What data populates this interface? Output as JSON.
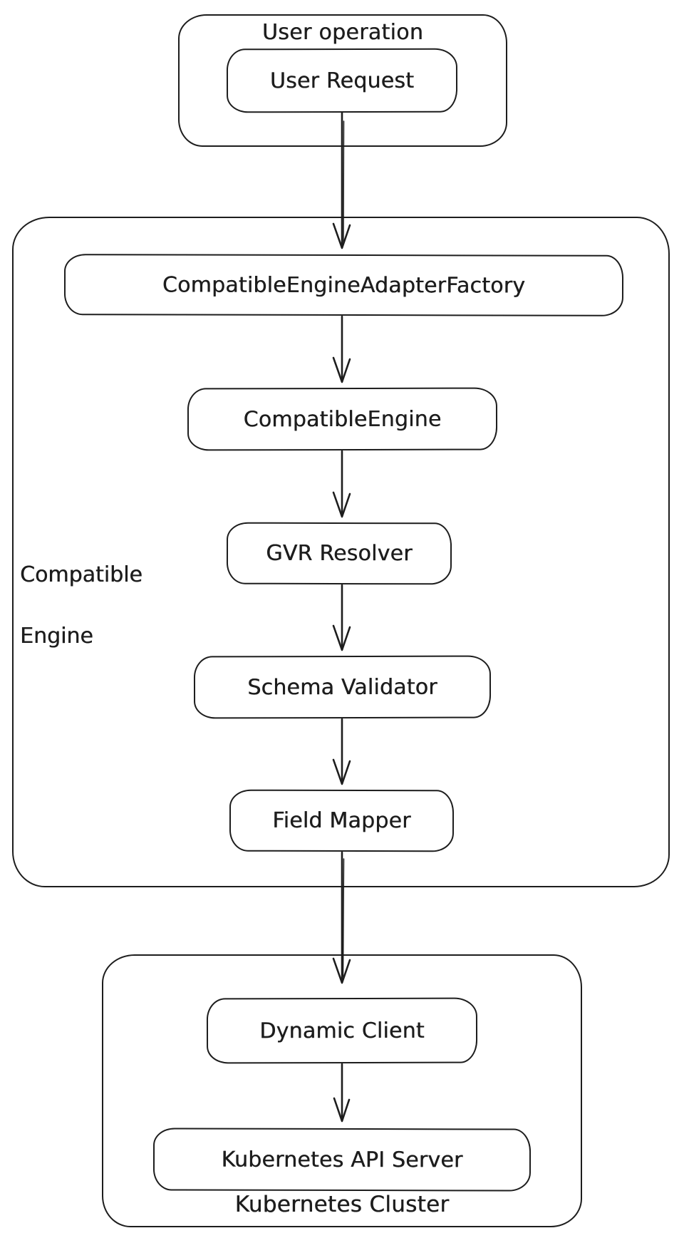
{
  "diagram": {
    "background_color": "#ffffff",
    "stroke_color": "#1d1d1d",
    "style": "hand-drawn flowchart",
    "groups": {
      "user_operation": {
        "label": "User operation"
      },
      "compatible_engine": {
        "label": "Compatible Engine",
        "label_line1": "Compatible",
        "label_line2": "Engine"
      },
      "kubernetes_cluster": {
        "label": "Kubernetes Cluster"
      }
    },
    "nodes": {
      "user_request": {
        "label": "User Request"
      },
      "adapter_factory": {
        "label": "CompatibleEngineAdapterFactory"
      },
      "compatible_engine": {
        "label": "CompatibleEngine"
      },
      "gvr_resolver": {
        "label": "GVR Resolver"
      },
      "schema_validator": {
        "label": "Schema Validator"
      },
      "field_mapper": {
        "label": "Field Mapper"
      },
      "dynamic_client": {
        "label": "Dynamic Client"
      },
      "kubernetes_api_server": {
        "label": "Kubernetes API Server"
      }
    },
    "edges": [
      {
        "from": "User Request",
        "to": "CompatibleEngineAdapterFactory"
      },
      {
        "from": "CompatibleEngineAdapterFactory",
        "to": "CompatibleEngine"
      },
      {
        "from": "CompatibleEngine",
        "to": "GVR Resolver"
      },
      {
        "from": "GVR Resolver",
        "to": "Schema Validator"
      },
      {
        "from": "Schema Validator",
        "to": "Field Mapper"
      },
      {
        "from": "Field Mapper",
        "to": "Dynamic Client"
      },
      {
        "from": "Dynamic Client",
        "to": "Kubernetes API Server"
      }
    ]
  }
}
